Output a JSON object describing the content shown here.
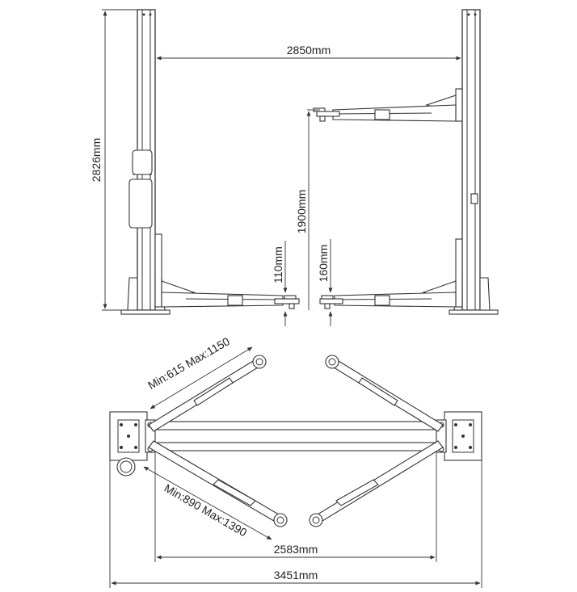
{
  "dimensions": {
    "post_spacing": "2850mm",
    "total_height": "2826mm",
    "lift_height": "1900mm",
    "min_height_left": "110mm",
    "min_height_right": "160mm",
    "short_arm_range": "Min:615 Max:1150",
    "long_arm_range": "Min:890 Max:1390",
    "inner_width": "2583mm",
    "overall_width": "3451mm"
  },
  "colors": {
    "line": "#333333",
    "background": "#ffffff"
  }
}
